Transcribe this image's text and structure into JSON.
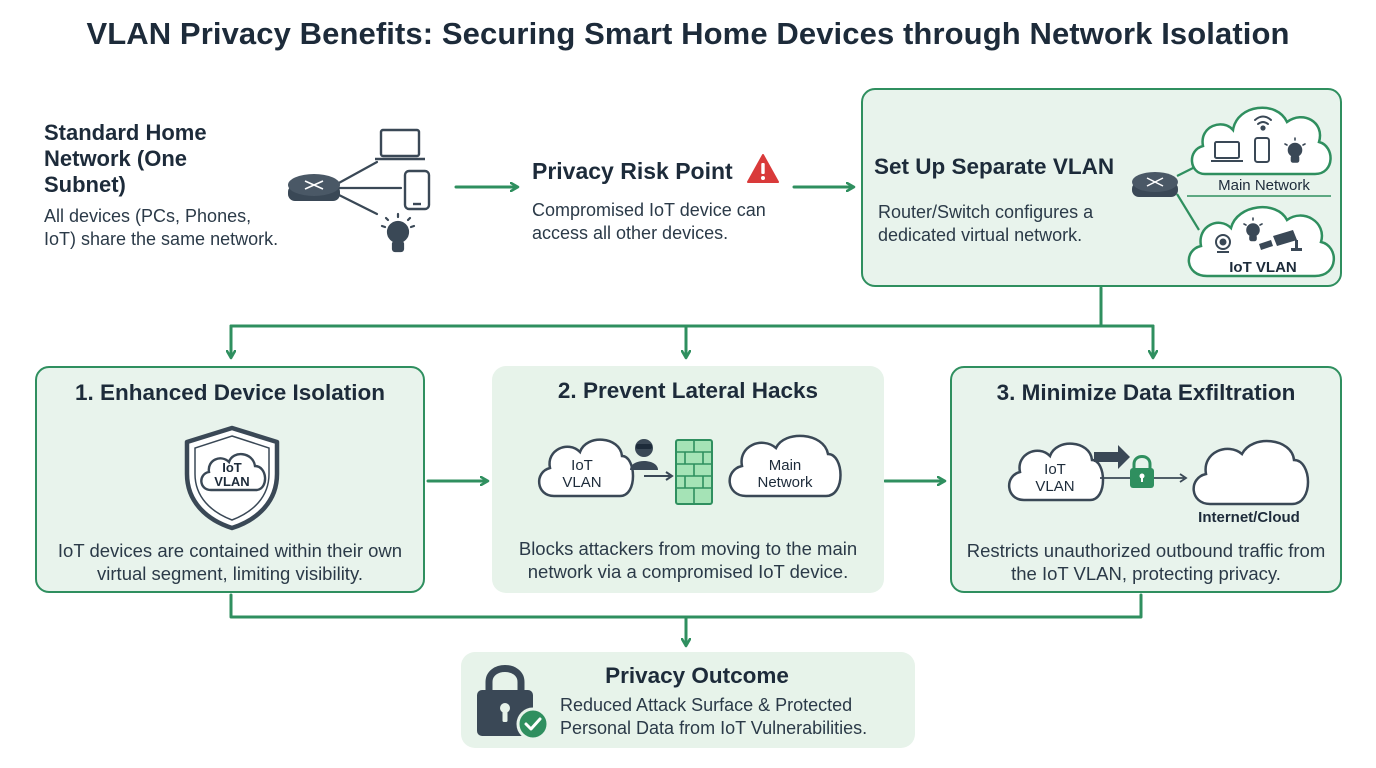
{
  "title": "VLAN Privacy Benefits: Securing Smart Home Devices through Network Isolation",
  "standard": {
    "heading": "Standard Home Network (One Subnet)",
    "description": "All devices (PCs, Phones, IoT) share the same network."
  },
  "risk": {
    "heading": "Privacy Risk Point",
    "description": "Compromised IoT device can access all other devices."
  },
  "vlan_setup": {
    "heading": "Set Up Separate VLAN",
    "description": "Router/Switch configures a dedicated virtual network.",
    "main_label": "Main Network",
    "iot_label": "IoT VLAN"
  },
  "benefits": [
    {
      "title": "1. Enhanced Device Isolation",
      "icon_label_line1": "IoT",
      "icon_label_line2": "VLAN",
      "description": "IoT devices are contained within their own virtual segment, limiting visibility."
    },
    {
      "title": "2. Prevent Lateral Hacks",
      "cloud_left_line1": "IoT",
      "cloud_left_line2": "VLAN",
      "cloud_right_line1": "Main",
      "cloud_right_line2": "Network",
      "description": "Blocks attackers from moving to the main network via a compromised IoT device."
    },
    {
      "title": "3. Minimize Data Exfiltration",
      "cloud_left_line1": "IoT",
      "cloud_left_line2": "VLAN",
      "cloud_right_label": "Internet/Cloud",
      "description": "Restricts unauthorized outbound traffic from the IoT VLAN, protecting privacy."
    }
  ],
  "outcome": {
    "heading": "Privacy Outcome",
    "description": "Reduced Attack Surface & Protected Personal Data from IoT Vulnerabilities."
  },
  "colors": {
    "accent": "#2f8f5f",
    "panel": "#e7f3ea",
    "icon": "#3a4856",
    "warning": "#d93a3a"
  }
}
